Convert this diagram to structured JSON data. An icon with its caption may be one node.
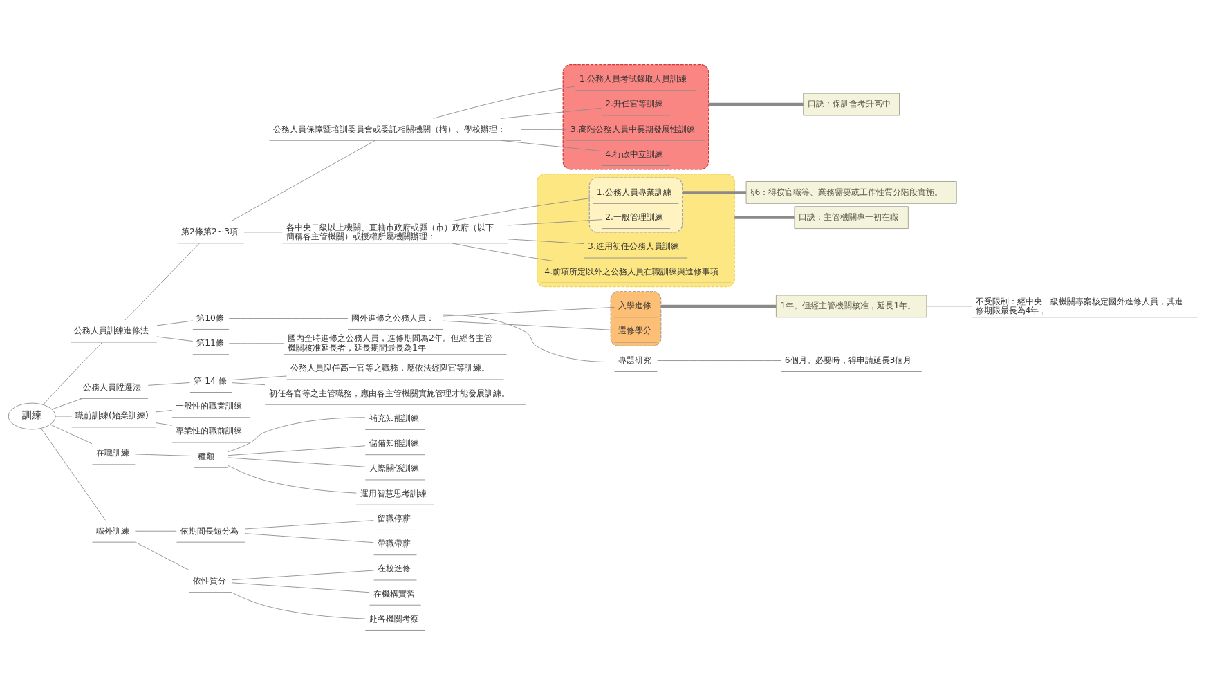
{
  "diagram": {
    "nodes": [
      {
        "text": [
          "訓練"
        ]
      },
      {
        "text": [
          "公務人員訓練進修法"
        ]
      },
      {
        "text": [
          "第2條第2~3項"
        ]
      },
      {
        "text": [
          "公務人員保障暨培訓委員會或委託相關機關（構）、學校辦理："
        ]
      },
      {
        "text": [],
        "shape": "box"
      },
      {
        "text": [
          "1.公務人員考試錄取人員訓練"
        ],
        "in": 4
      },
      {
        "text": [
          "2.升任官等訓練"
        ],
        "in": 4
      },
      {
        "text": [
          "3.高階公務人員中長期發展性訓練"
        ],
        "in": 4
      },
      {
        "text": [
          "4.行政中立訓練"
        ],
        "in": 4
      },
      {
        "text": [
          "口訣：保訓會考升高中"
        ]
      },
      {
        "text": [
          "各中央二級以上機關、直轄市政府或縣（市）政府（以下簡稱各主管機關）或授權所屬機關辦理："
        ]
      },
      {
        "text": [],
        "shape": "box"
      },
      {
        "text": [],
        "shape": "box",
        "in": 11
      },
      {
        "text": [
          "1.公務人員專業訓練"
        ],
        "in": 12
      },
      {
        "text": [
          "2.一般管理訓練"
        ],
        "in": 12
      },
      {
        "text": [
          "3.進用初任公務人員訓練"
        ],
        "in": 11
      },
      {
        "text": [
          "4.前項所定以外之公務人員在職訓練與進修事項"
        ],
        "in": 11
      },
      {
        "text": [
          "§6：得按官職等、業務需要或工作性質分階段實施。"
        ]
      },
      {
        "text": [
          "口訣：主管機關專一初在職"
        ]
      },
      {
        "text": [
          "第10條"
        ]
      },
      {
        "text": [
          "國外進修之公務人員："
        ]
      },
      {
        "text": [],
        "shape": "box"
      },
      {
        "text": [
          "入學進修"
        ],
        "in": 21
      },
      {
        "text": [
          "選修學分"
        ],
        "in": 21
      },
      {
        "text": [
          "1年。但經主管機關核准，延長1年。"
        ]
      },
      {
        "text": [
          "不受限制：經中央一級機關專案核定國外進修人員，其進修期限最長為4年，"
        ]
      },
      {
        "text": [
          "專題研究"
        ]
      },
      {
        "text": [
          "6個月。必要時，得申請延長3個月"
        ]
      },
      {
        "text": [
          "第11條"
        ]
      },
      {
        "text": [
          "國內全時進修之公務人員，進修期間為2年。但經各主管機關核准延長者，延長期間最長為1年"
        ]
      },
      {
        "text": [
          "公務人員陞遷法"
        ]
      },
      {
        "text": [
          "第 14 條"
        ]
      },
      {
        "text": [
          "公務人員陞任高一官等之職務，應依法經陞官等訓練。"
        ]
      },
      {
        "text": [
          "初任各官等之主管職務，應由各主管機關實施管理才能發展訓練。"
        ]
      },
      {
        "text": [
          "職前訓練(始業訓練)"
        ]
      },
      {
        "text": [
          "一般性的職業訓練"
        ]
      },
      {
        "text": [
          "專業性的職前訓練"
        ]
      },
      {
        "text": [
          "在職訓練"
        ]
      },
      {
        "text": [
          "種類"
        ]
      },
      {
        "text": [
          "補充知能訓練"
        ]
      },
      {
        "text": [
          "儲備知能訓練"
        ]
      },
      {
        "text": [
          "人際關係訓練"
        ]
      },
      {
        "text": [
          "運用智慧思考訓練"
        ]
      },
      {
        "text": [
          "職外訓練"
        ]
      },
      {
        "text": [
          "依期間長短分為"
        ]
      },
      {
        "text": [
          "留職停薪"
        ]
      },
      {
        "text": [
          "帶職帶薪"
        ]
      },
      {
        "text": [
          "依性質分"
        ]
      },
      {
        "text": [
          "在校進修"
        ]
      },
      {
        "text": [
          "在機構實習"
        ]
      },
      {
        "text": [
          "赴各機關考察"
        ]
      }
    ],
    "edges": [
      {
        "from": 0,
        "to": 1,
        "arrow": "none"
      },
      {
        "from": 1,
        "to": 2,
        "arrow": "none"
      },
      {
        "from": 2,
        "to": 3,
        "arrow": "none"
      },
      {
        "from": 3,
        "to": 5,
        "arrow": "none"
      },
      {
        "from": 3,
        "to": 6,
        "arrow": "none"
      },
      {
        "from": 3,
        "to": 7,
        "arrow": "none"
      },
      {
        "from": 3,
        "to": 8,
        "arrow": "none"
      },
      {
        "from": 4,
        "to": 9,
        "arrow": "none",
        "style": "thick"
      },
      {
        "from": 2,
        "to": 10,
        "arrow": "none"
      },
      {
        "from": 10,
        "to": 13,
        "arrow": "none"
      },
      {
        "from": 10,
        "to": 14,
        "arrow": "none"
      },
      {
        "from": 10,
        "to": 15,
        "arrow": "none"
      },
      {
        "from": 10,
        "to": 16,
        "arrow": "none"
      },
      {
        "from": 12,
        "to": 17,
        "arrow": "none",
        "style": "thick"
      },
      {
        "from": 11,
        "to": 18,
        "arrow": "none",
        "style": "thick"
      },
      {
        "from": 1,
        "to": 19,
        "arrow": "none"
      },
      {
        "from": 19,
        "to": 20,
        "arrow": "none"
      },
      {
        "from": 20,
        "to": 22,
        "arrow": "none"
      },
      {
        "from": 20,
        "to": 23,
        "arrow": "none"
      },
      {
        "from": 21,
        "to": 24,
        "arrow": "none",
        "style": "thick"
      },
      {
        "from": 24,
        "to": 25,
        "arrow": "none"
      },
      {
        "from": 20,
        "to": 26,
        "arrow": "none"
      },
      {
        "from": 26,
        "to": 27,
        "arrow": "none"
      },
      {
        "from": 1,
        "to": 28,
        "arrow": "none"
      },
      {
        "from": 28,
        "to": 29,
        "arrow": "none"
      },
      {
        "from": 0,
        "to": 30,
        "arrow": "none"
      },
      {
        "from": 30,
        "to": 31,
        "arrow": "none"
      },
      {
        "from": 31,
        "to": 32,
        "arrow": "none"
      },
      {
        "from": 31,
        "to": 33,
        "arrow": "none"
      },
      {
        "from": 0,
        "to": 34,
        "arrow": "none"
      },
      {
        "from": 34,
        "to": 35,
        "arrow": "none"
      },
      {
        "from": 34,
        "to": 36,
        "arrow": "none"
      },
      {
        "from": 0,
        "to": 37,
        "arrow": "none"
      },
      {
        "from": 37,
        "to": 38,
        "arrow": "none"
      },
      {
        "from": 38,
        "to": 39,
        "arrow": "none"
      },
      {
        "from": 38,
        "to": 40,
        "arrow": "none"
      },
      {
        "from": 38,
        "to": 41,
        "arrow": "none"
      },
      {
        "from": 38,
        "to": 42,
        "arrow": "none"
      },
      {
        "from": 0,
        "to": 43,
        "arrow": "none"
      },
      {
        "from": 43,
        "to": 44,
        "arrow": "none"
      },
      {
        "from": 44,
        "to": 45,
        "arrow": "none"
      },
      {
        "from": 44,
        "to": 46,
        "arrow": "none"
      },
      {
        "from": 43,
        "to": 47,
        "arrow": "none"
      },
      {
        "from": 47,
        "to": 48,
        "arrow": "none"
      },
      {
        "from": 47,
        "to": 49,
        "arrow": "none"
      },
      {
        "from": 47,
        "to": 50,
        "arrow": "none"
      }
    ]
  }
}
